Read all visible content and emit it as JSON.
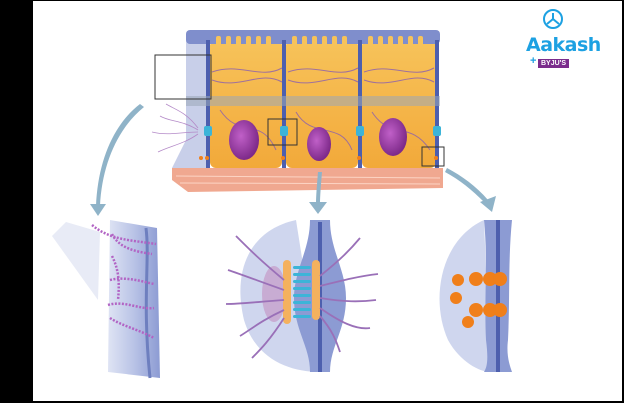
{
  "logo": {
    "brand": "Aakash",
    "plus": "+",
    "partner": "BYJU'S",
    "icon": "aakash-emblem-icon",
    "colors": {
      "brand": "#1da1e2",
      "partner": "#7b2c8c"
    }
  },
  "diagram": {
    "subject": "Epithelial cell junctions",
    "colors": {
      "cytoplasm": "#f5b942",
      "membrane": "#6f7fbf",
      "nucleus": "#9b3aa0",
      "basement": "#f0a08a",
      "arrow": "#8fb3c8",
      "desmosome": "#3cb4d8",
      "gap_junction": "#f07f1a",
      "tight_junction_strand": "#b070c0"
    },
    "insets": [
      "tight-junction",
      "desmosome",
      "gap-junction"
    ]
  }
}
